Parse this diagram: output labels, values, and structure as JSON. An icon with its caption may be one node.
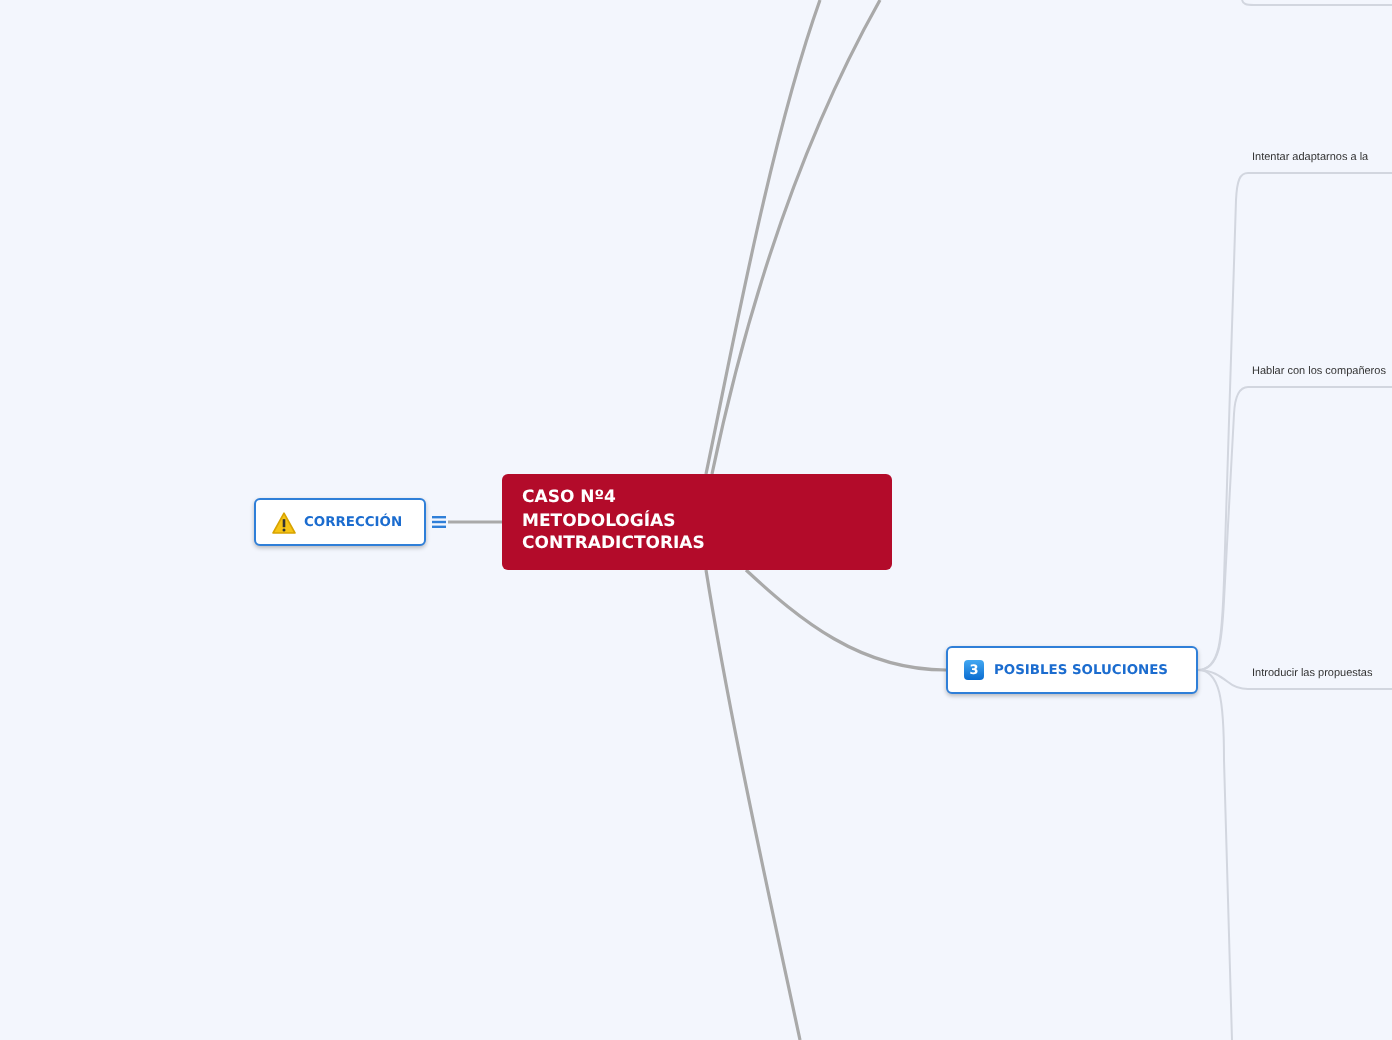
{
  "diagram": {
    "nodes": [
      {
        "text": [
          "CASO Nº4 METODOLOGÍAS CONTRADICTORIAS"
        ]
      },
      {
        "text": [
          "CORRECCIÓN"
        ]
      },
      {
        "text": [
          "3",
          "POSIBLES SOLUCIONES"
        ]
      },
      {
        "text": [
          "Intentar adaptarnos a la"
        ]
      },
      {
        "text": [
          "Hablar con los compañeros"
        ]
      },
      {
        "text": [
          "Introducir las propuestas"
        ]
      }
    ],
    "edges": [
      {
        "from": 0,
        "to": null,
        "arrow": "none"
      },
      {
        "from": 0,
        "to": null,
        "arrow": "none"
      },
      {
        "from": 0,
        "to": 1,
        "arrow": "none"
      },
      {
        "from": 0,
        "to": 2,
        "arrow": "none"
      },
      {
        "from": 0,
        "to": null,
        "arrow": "none"
      },
      {
        "from": 2,
        "to": 3,
        "arrow": "none",
        "color": "#d2d6df"
      },
      {
        "from": 2,
        "to": 4,
        "arrow": "none",
        "color": "#d2d6df"
      },
      {
        "from": 2,
        "to": 5,
        "arrow": "none",
        "color": "#d2d6df"
      },
      {
        "from": 2,
        "to": null,
        "arrow": "none",
        "color": "#d2d6df"
      }
    ]
  }
}
